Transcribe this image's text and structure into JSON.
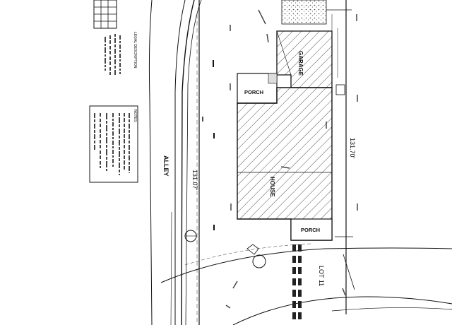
{
  "drawing": {
    "labels": {
      "garage": "GARAGE",
      "porch_north": "PORCH",
      "house": "HOUSE",
      "porch_south": "PORCH",
      "alley": "ALLEY",
      "lot": "LOT 11",
      "dim_west": "131.07'",
      "dim_east": "131.70'"
    },
    "legal_description_title": "LEGAL DESCRIPTION",
    "notes_title": "NOTES:",
    "colors": {
      "ink": "#111111",
      "hatch": "#555555",
      "paper": "#ffffff"
    }
  }
}
